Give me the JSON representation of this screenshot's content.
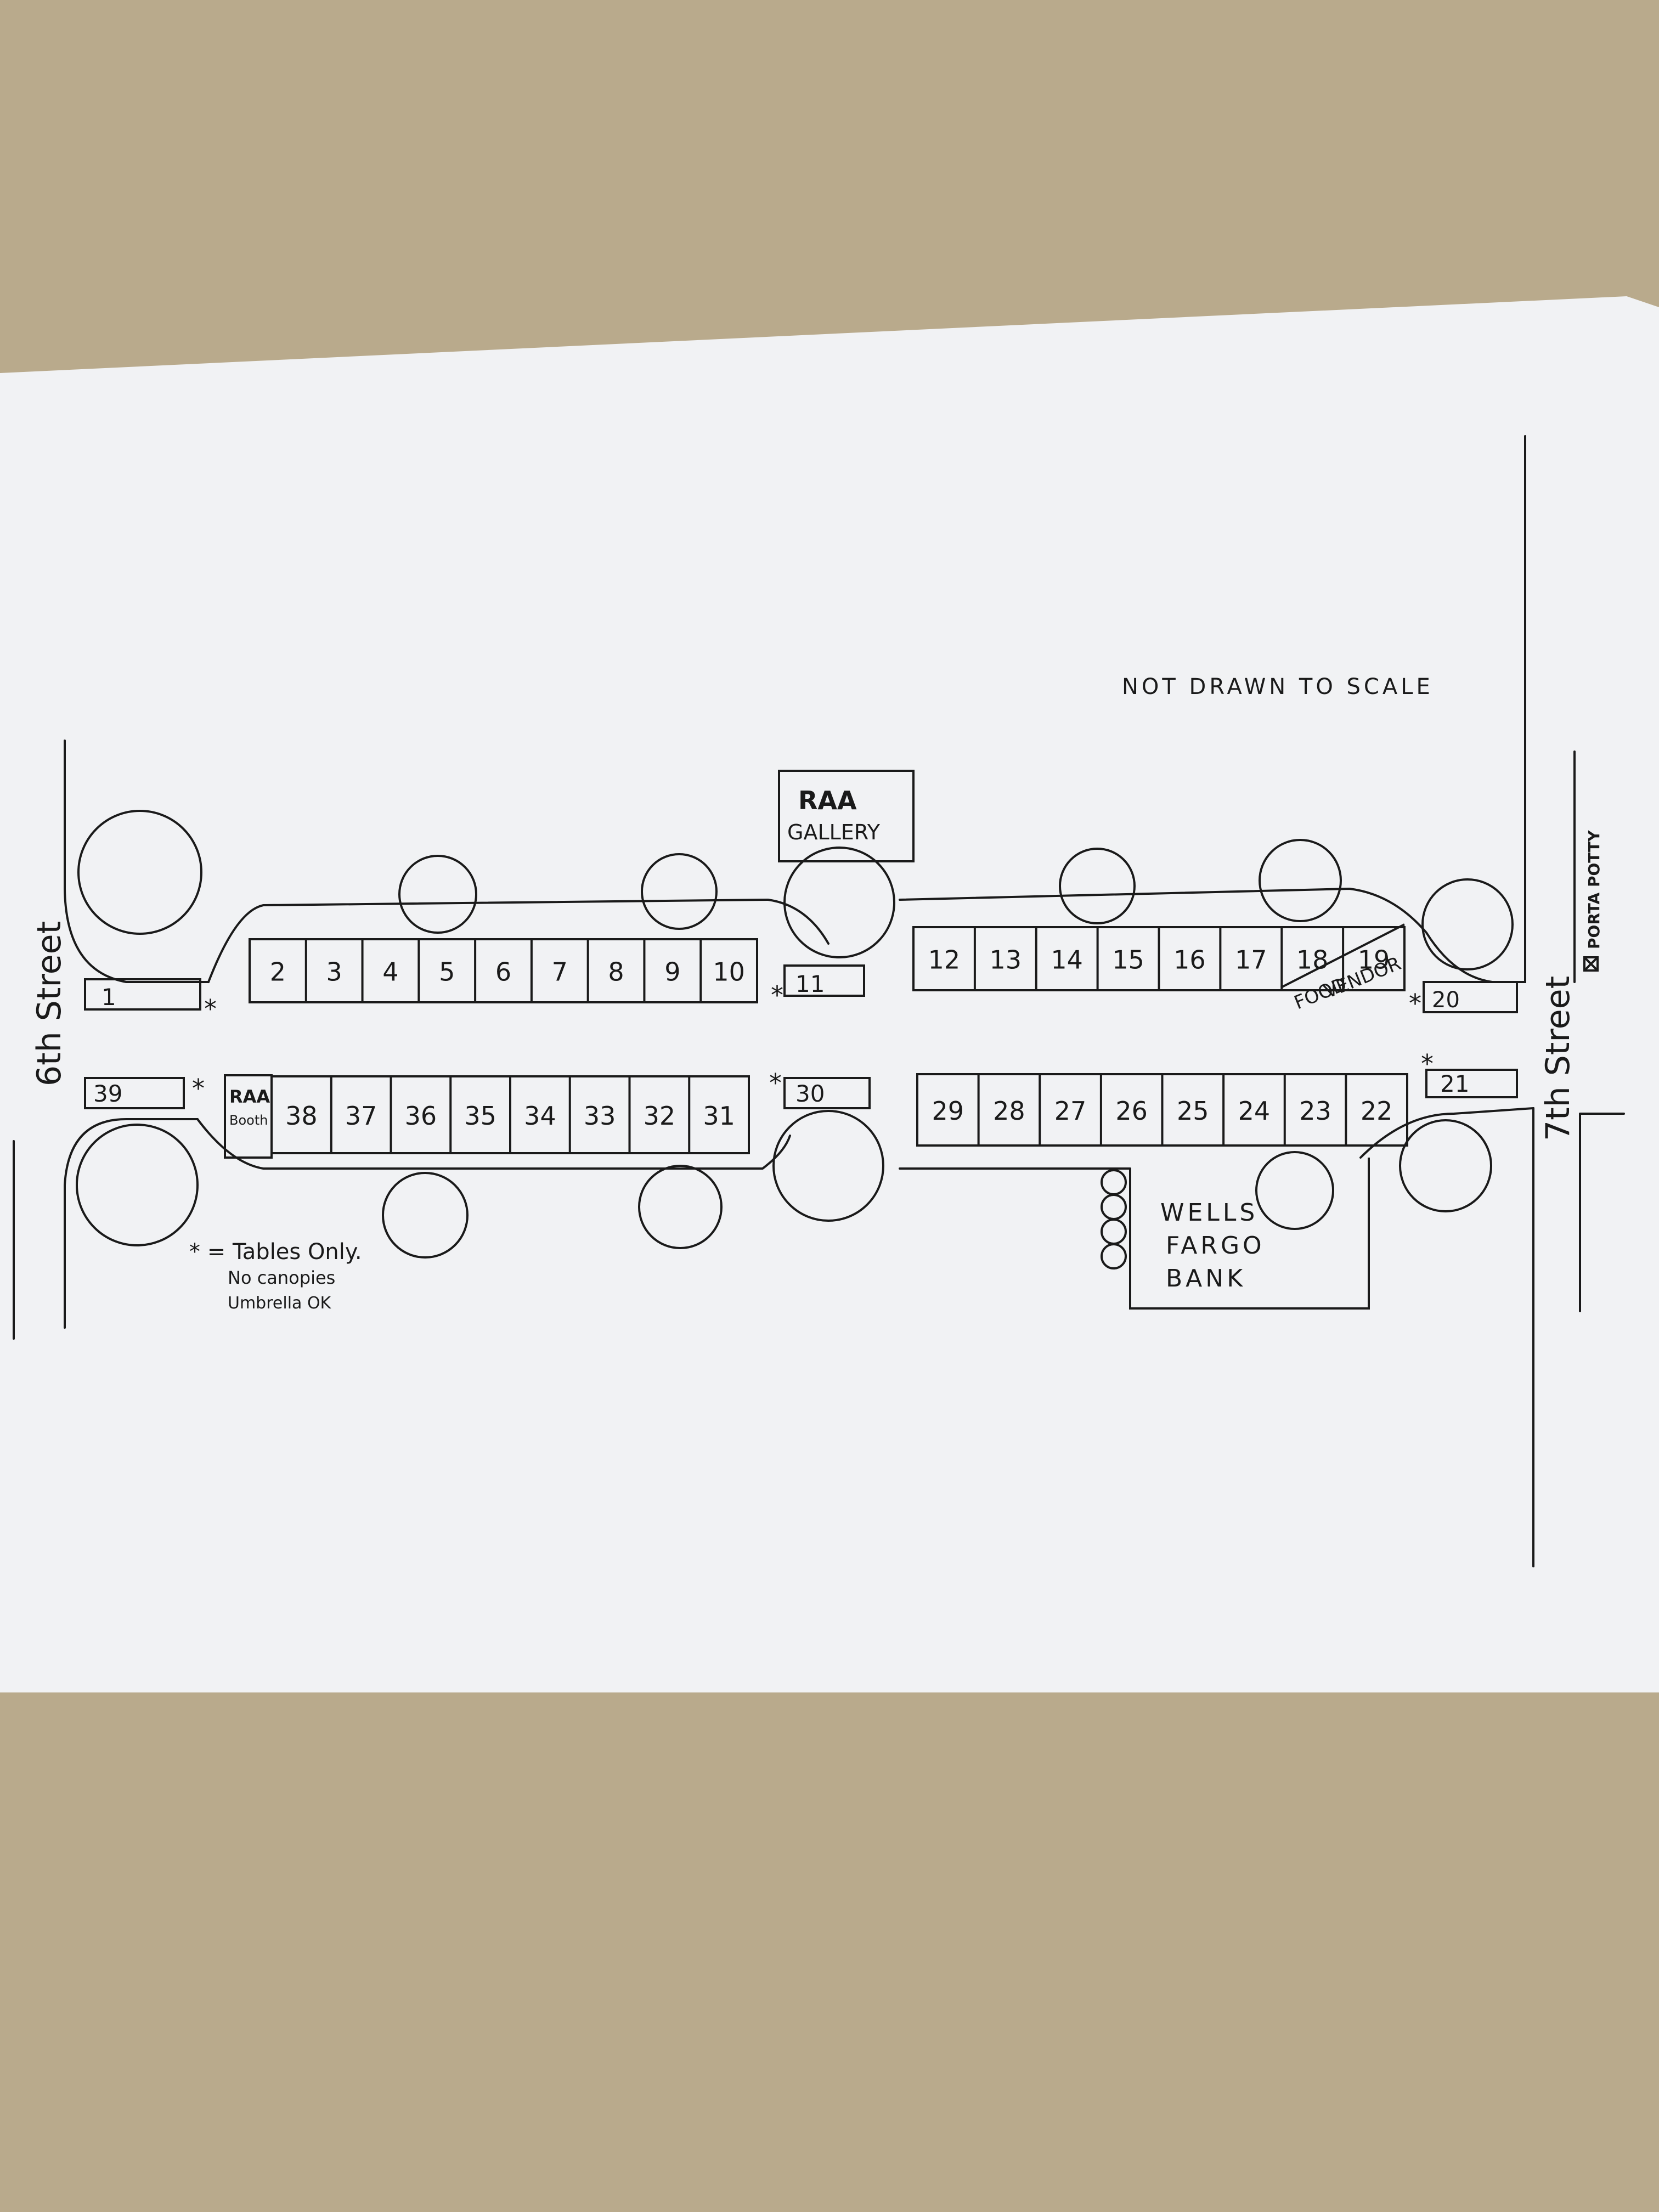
{
  "map": {
    "note": "NOT DRAWN TO SCALE",
    "streets": {
      "left": "6th Street",
      "right": "7th Street"
    },
    "gallery": [
      "RAA",
      "GALLERY"
    ],
    "porta_potty": "PORTA POTTY",
    "food_vendor": [
      "FOOD",
      "VENDOR"
    ],
    "raa_booth": [
      "RAA",
      "Booth"
    ],
    "bank": [
      "WELLS",
      "FARGO",
      "BANK"
    ],
    "legend": [
      "* = Tables Only.",
      "No canopies",
      "Umbrella OK"
    ],
    "table_marker": "*",
    "top_row_west": [
      "2",
      "3",
      "4",
      "5",
      "6",
      "7",
      "8",
      "9",
      "10"
    ],
    "top_row_east": [
      "12",
      "13",
      "14",
      "15",
      "16",
      "17",
      "18",
      "19"
    ],
    "bottom_row_west": [
      "38",
      "37",
      "36",
      "35",
      "34",
      "33",
      "32",
      "31"
    ],
    "bottom_row_east": [
      "29",
      "28",
      "27",
      "26",
      "25",
      "24",
      "23",
      "22"
    ],
    "singles": [
      "1",
      "11",
      "20",
      "39",
      "30",
      "21"
    ],
    "colors": {
      "paper": "#f1f2f4",
      "ink": "#1a1a1a",
      "table": "#b9aa8c"
    }
  }
}
